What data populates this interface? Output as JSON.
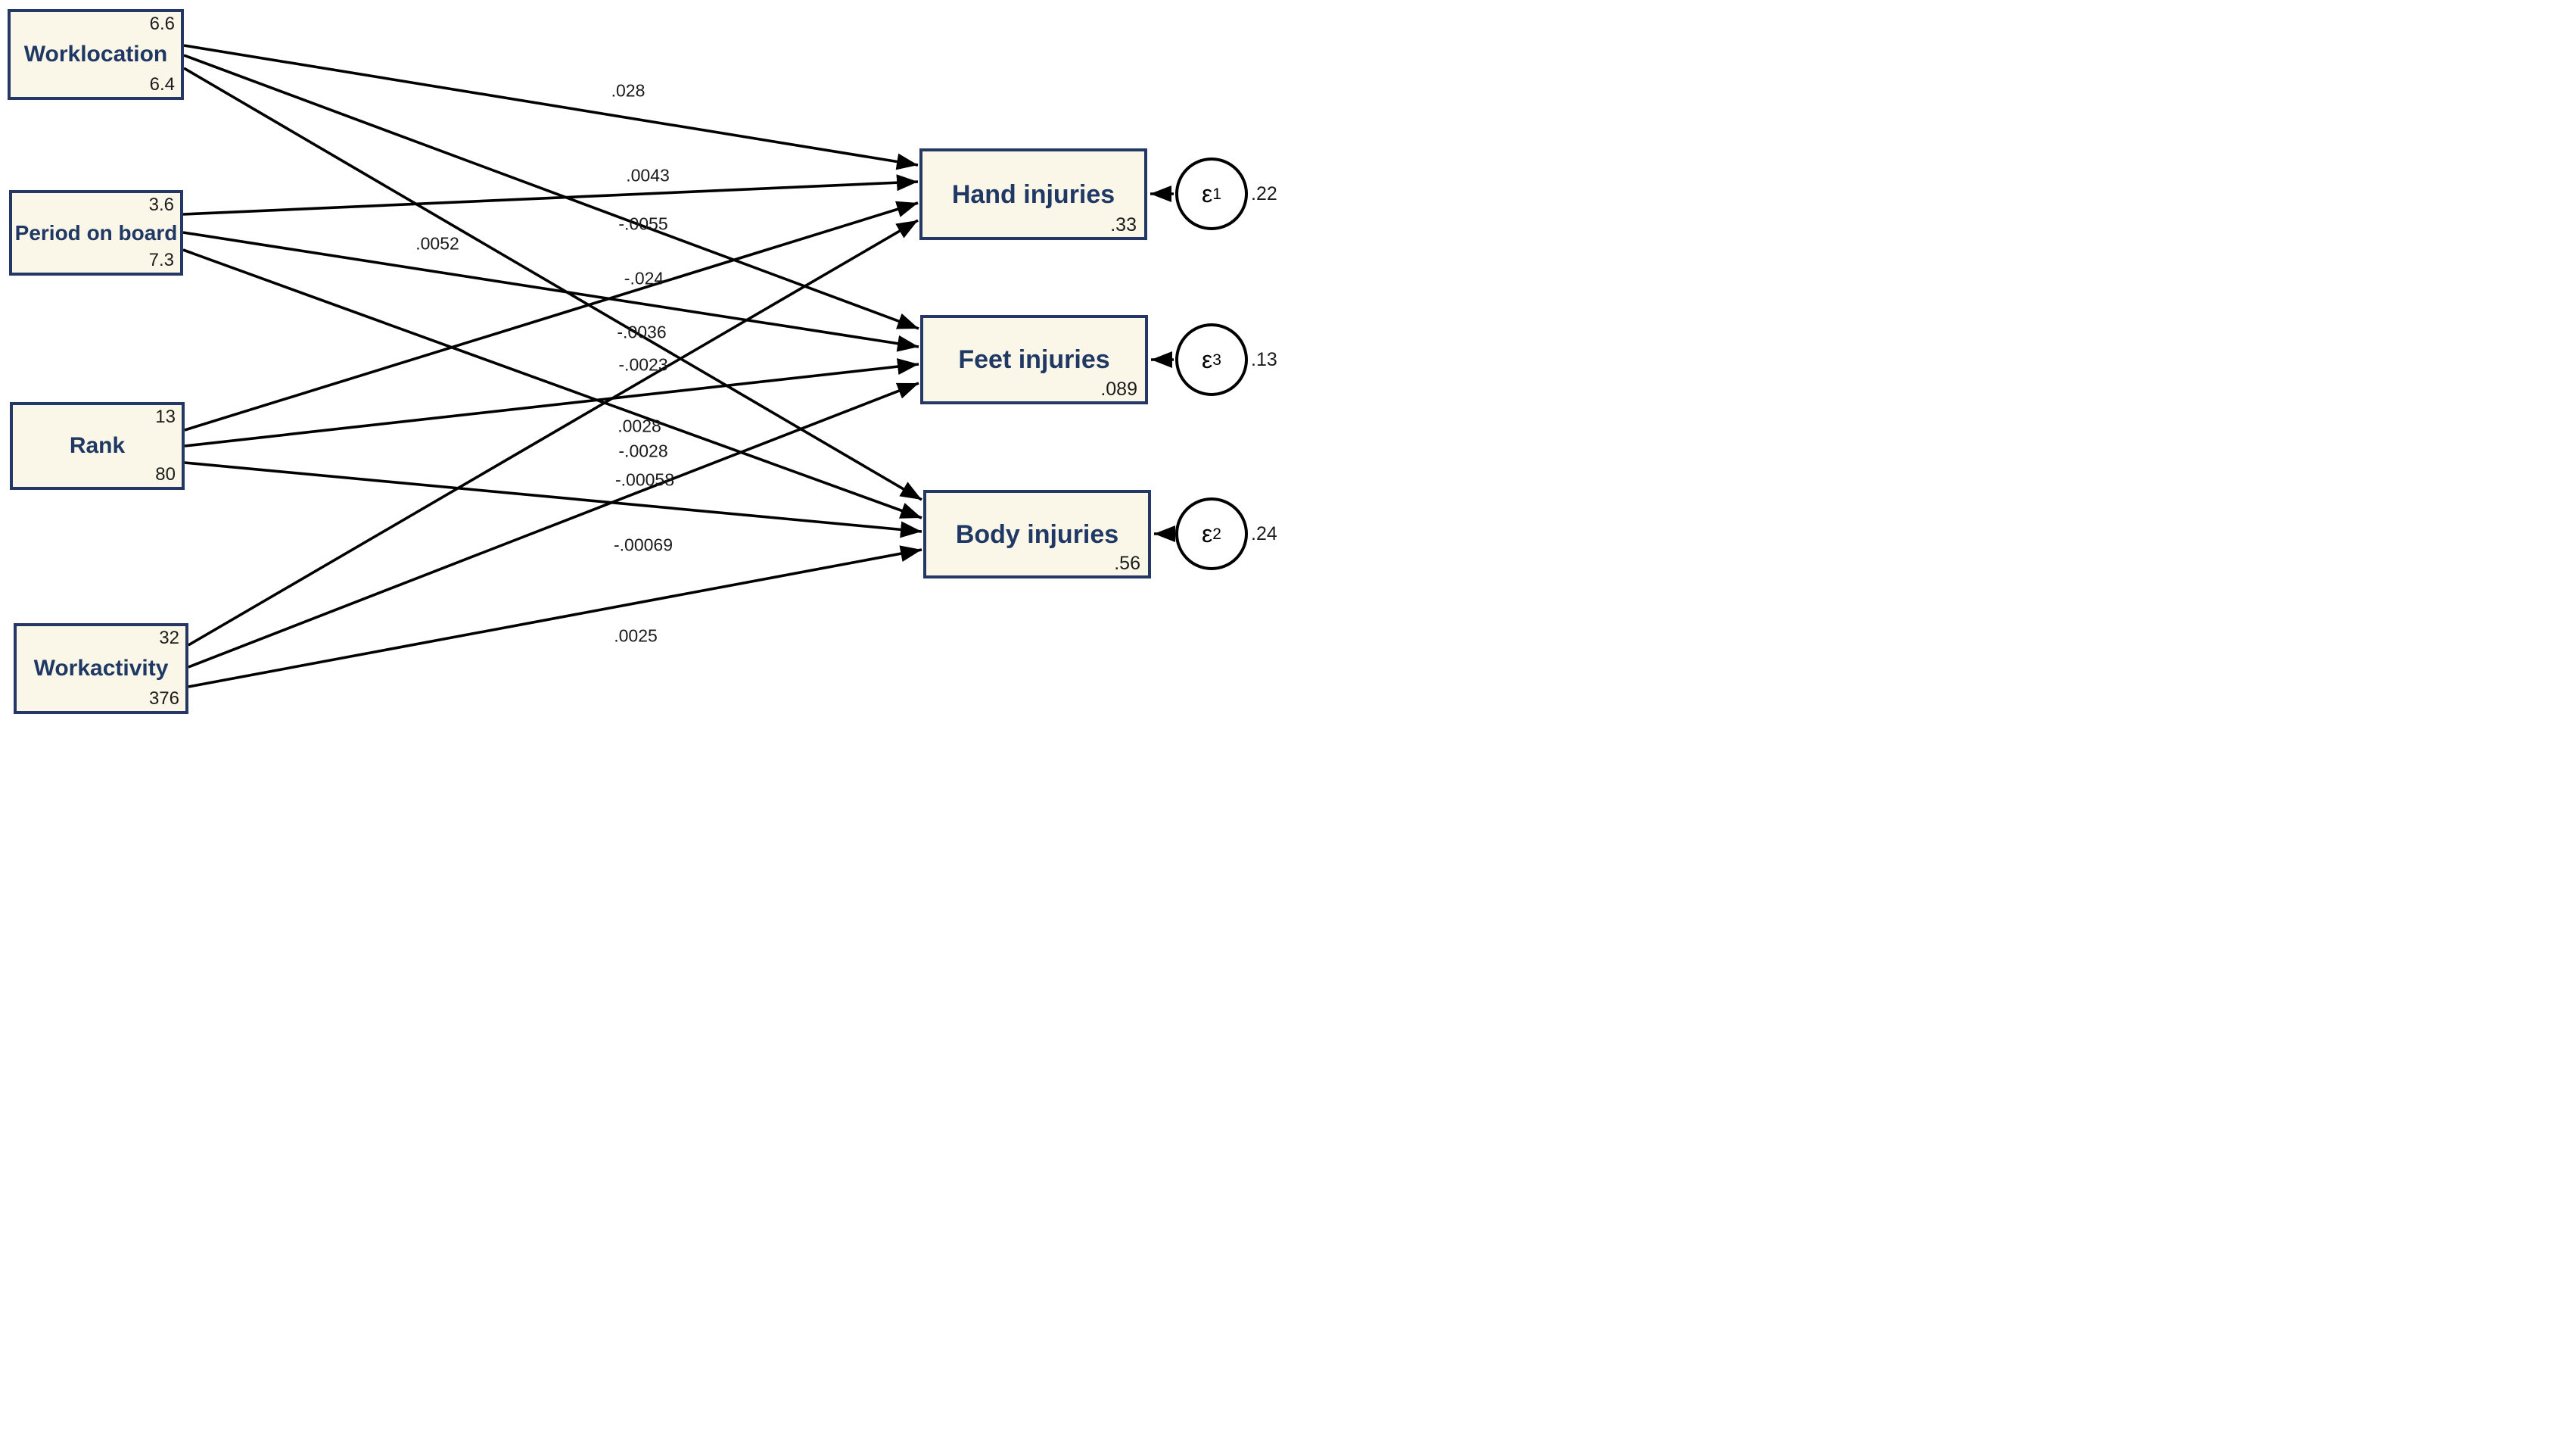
{
  "figure": {
    "kind": "sem-path-diagram",
    "background": "#ffffff",
    "colors": {
      "box_fill": "#faf6e8",
      "box_border": "#253765",
      "box_text": "#1f3864",
      "line": "#000000"
    },
    "exogenous": [
      {
        "id": "worklocation",
        "label": "Worklocation",
        "top_value": "6.6",
        "bottom_value": "6.4"
      },
      {
        "id": "period-on-board",
        "label": "Period on board",
        "top_value": "3.6",
        "bottom_value": "7.3"
      },
      {
        "id": "rank",
        "label": "Rank",
        "top_value": "13",
        "bottom_value": "80"
      },
      {
        "id": "workactivity",
        "label": "Workactivity",
        "top_value": "32",
        "bottom_value": "376"
      }
    ],
    "endogenous": [
      {
        "id": "hand-injuries",
        "label": "Hand injuries",
        "value": ".33",
        "error": {
          "symbol": "ε",
          "subscript": "1",
          "variance": ".22"
        }
      },
      {
        "id": "feet-injuries",
        "label": "Feet injuries",
        "value": ".089",
        "error": {
          "symbol": "ε",
          "subscript": "3",
          "variance": ".13"
        }
      },
      {
        "id": "body-injuries",
        "label": "Body injuries",
        "value": ".56",
        "error": {
          "symbol": "ε",
          "subscript": "2",
          "variance": ".24"
        }
      }
    ],
    "coefficients": [
      {
        "text": ".028",
        "from": "Worklocation",
        "to": "Hand injuries"
      },
      {
        "text": ".0043",
        "from": "Period on board",
        "to": "Hand injuries"
      },
      {
        "text": "-.0055",
        "from": "Worklocation",
        "to": "Feet injuries"
      },
      {
        "text": ".0052",
        "from": "Worklocation",
        "to": "Body injuries"
      },
      {
        "text": "-.024",
        "from": "Period on board",
        "to": "Feet injuries"
      },
      {
        "text": "-.0036",
        "from": "Rank",
        "to": "Hand injuries"
      },
      {
        "text": "-.0023",
        "from": "Period on board",
        "to": "Body injuries"
      },
      {
        "text": ".0028",
        "from": "Workactivity",
        "to": "Hand injuries"
      },
      {
        "text": "-.0028",
        "from": "Rank",
        "to": "Feet injuries"
      },
      {
        "text": "-.00058",
        "from": "Rank",
        "to": "Body injuries"
      },
      {
        "text": "-.00069",
        "from": "Workactivity",
        "to": "Feet injuries"
      },
      {
        "text": ".0025",
        "from": "Workactivity",
        "to": "Body injuries"
      }
    ]
  }
}
